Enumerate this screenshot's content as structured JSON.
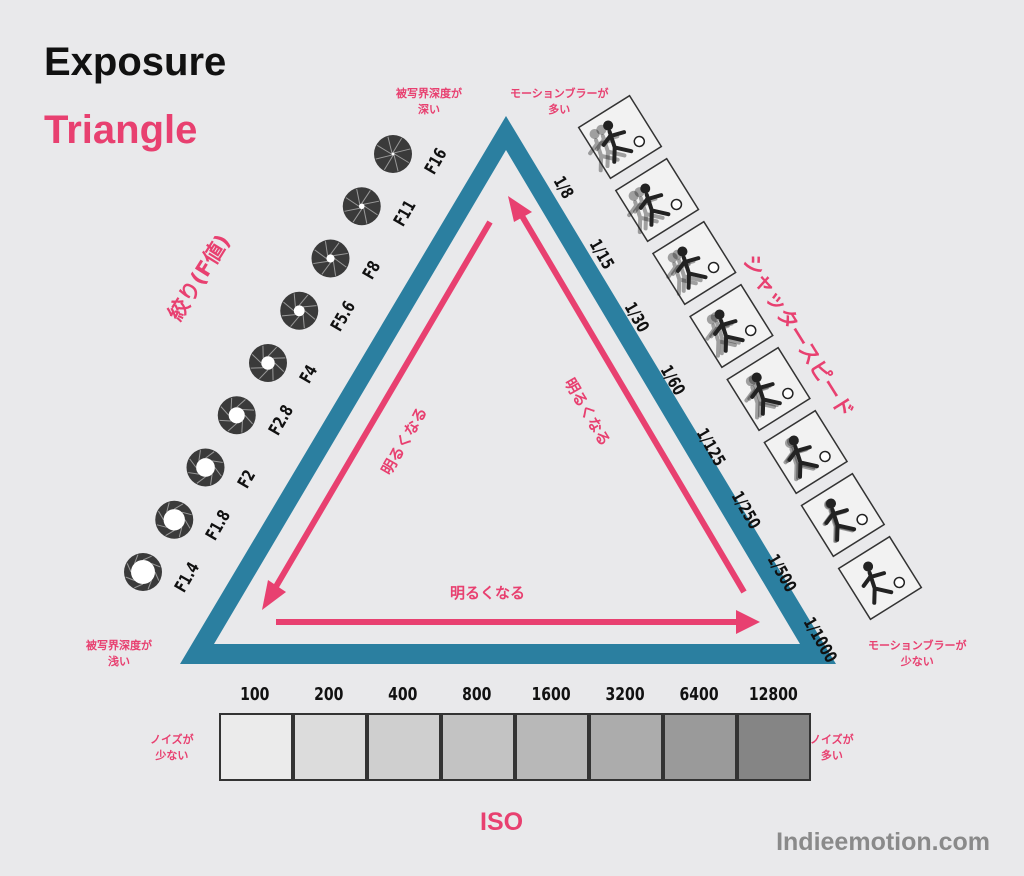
{
  "title": {
    "line1": "Exposure",
    "line2": "Triangle"
  },
  "aperture": {
    "heading": "絞り(F値)",
    "stops": [
      "F1.4",
      "F1.8",
      "F2",
      "F2.8",
      "F4",
      "F5.6",
      "F8",
      "F11",
      "F16"
    ],
    "note_top": [
      "被写界深度が",
      "深い"
    ],
    "note_bottom": [
      "被写界深度が",
      "浅い"
    ]
  },
  "shutter": {
    "heading": "シャッタースピード",
    "speeds": [
      "1/8",
      "1/15",
      "1/30",
      "1/60",
      "1/125",
      "1/250",
      "1/500",
      "1/1000"
    ],
    "note_top": [
      "モーションブラーが",
      "多い"
    ],
    "note_bottom": [
      "モーションブラーが",
      "少ない"
    ]
  },
  "iso": {
    "heading": "ISO",
    "values": [
      "100",
      "200",
      "400",
      "800",
      "1600",
      "3200",
      "6400",
      "12800"
    ],
    "box_colors": [
      "#ebebeb",
      "#dcdcdc",
      "#cfcfcf",
      "#c3c3c3",
      "#b8b8b8",
      "#acacac",
      "#9a9a9a",
      "#858585"
    ],
    "note_left": [
      "ノイズが",
      "少ない"
    ],
    "note_right": [
      "ノイズが",
      "多い"
    ]
  },
  "arrows": {
    "left": "明るくなる",
    "right": "明るくなる",
    "bottom": "明るくなる"
  },
  "colors": {
    "triangle": "#2b7fa0",
    "accent": "#e84070",
    "dark": "#222222"
  },
  "watermark": "Indieemotion.com"
}
